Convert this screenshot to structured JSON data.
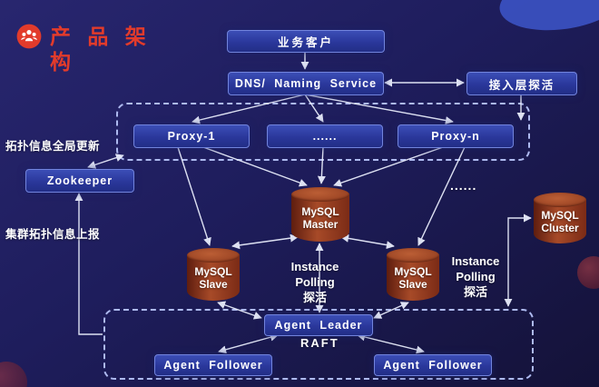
{
  "title": {
    "line1": "产 品 架",
    "line2": "构"
  },
  "nodes": {
    "business_client": "业务客户",
    "dns": "DNS/ Naming Service",
    "access_probe": "接入层探活",
    "proxy_1": "Proxy-1",
    "proxy_ellipsis": "......",
    "proxy_n": "Proxy-n",
    "zookeeper": "Zookeeper",
    "mysql_master": {
      "l1": "MySQL",
      "l2": "Master"
    },
    "mysql_slave_left": {
      "l1": "MySQL",
      "l2": "Slave"
    },
    "mysql_slave_right": {
      "l1": "MySQL",
      "l2": "Slave"
    },
    "mysql_cluster": {
      "l1": "MySQL",
      "l2": "Cluster"
    },
    "agent_leader": "Agent Leader",
    "agent_follower_left": "Agent Follower",
    "agent_follower_right": "Agent Follower"
  },
  "labels": {
    "topology_global_update": "拓扑信息全局更新",
    "cluster_topology_report": "集群拓扑信息上报",
    "instance_polling_center": {
      "l1": "Instance",
      "l2": "Polling",
      "l3": "探活"
    },
    "instance_polling_right": {
      "l1": "Instance",
      "l2": "Polling",
      "l3": "探活"
    },
    "ellipsis_right": "......",
    "raft": "RAFT"
  },
  "colors": {
    "accent_red": "#e23b2b",
    "node_blue": "#2c3ba0",
    "cylinder_brown": "#8a3120",
    "background": "#1e1d5c",
    "arrow": "#e8ecfb"
  }
}
